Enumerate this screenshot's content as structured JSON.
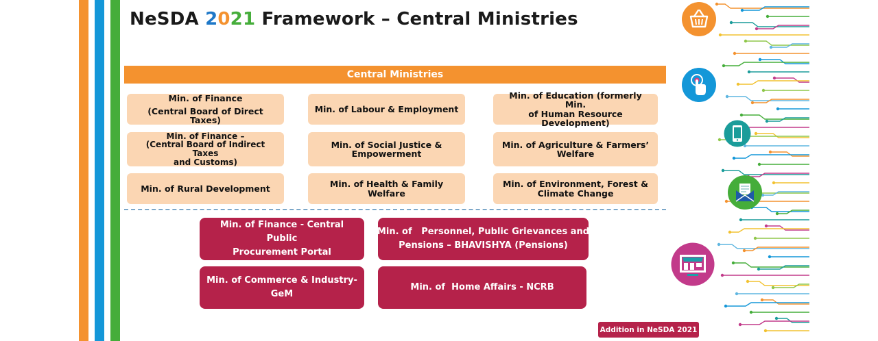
{
  "colors": {
    "orange": "#f4922f",
    "blue": "#1497d8",
    "green": "#45ad3a",
    "peach": "#fbd6b3",
    "crimson": "#b5224a",
    "teal": "#1a9c9a",
    "title_blue": "#1e78c8",
    "title_orange": "#f4922f",
    "title_green": "#45ad3a"
  },
  "title": {
    "prefix": "NeSDA ",
    "year_digits": [
      "2",
      "0",
      "2",
      "1"
    ],
    "suffix": " Framework – Central Ministries"
  },
  "band_label": "Central Ministries",
  "ministries": [
    [
      "Min. of Finance",
      "(Central Board of Direct Taxes)"
    ],
    [
      "Min. of Labour & Employment"
    ],
    [
      "Min. of Education (formerly Min.",
      "of Human Resource",
      "Development)"
    ],
    [
      "Min. of Finance –",
      "(Central Board of Indirect Taxes",
      "and Customs)"
    ],
    [
      "Min. of Social Justice &",
      "Empowerment"
    ],
    [
      "Min. of Agriculture & Farmers’",
      "Welfare"
    ],
    [
      "Min. of Rural Development"
    ],
    [
      "Min. of Health & Family",
      "Welfare"
    ],
    [
      "Min. of Environment, Forest &",
      "Climate Change"
    ]
  ],
  "new_additions": [
    [
      "Min. of Finance - Central Public",
      "Procurement Portal"
    ],
    [
      "Min. of   Personnel, Public Grievances and",
      "Pensions – BHAVISHYA (Pensions)"
    ],
    [
      "Min. of Commerce & Industry-",
      "GeM"
    ],
    [
      "Min. of  Home Affairs - NCRB"
    ]
  ],
  "legend_label": "Addition in NeSDA 2021",
  "icons": [
    "shopping-basket-icon",
    "touch-tap-icon",
    "mobile-phone-icon",
    "email-envelope-icon",
    "online-store-icon"
  ]
}
